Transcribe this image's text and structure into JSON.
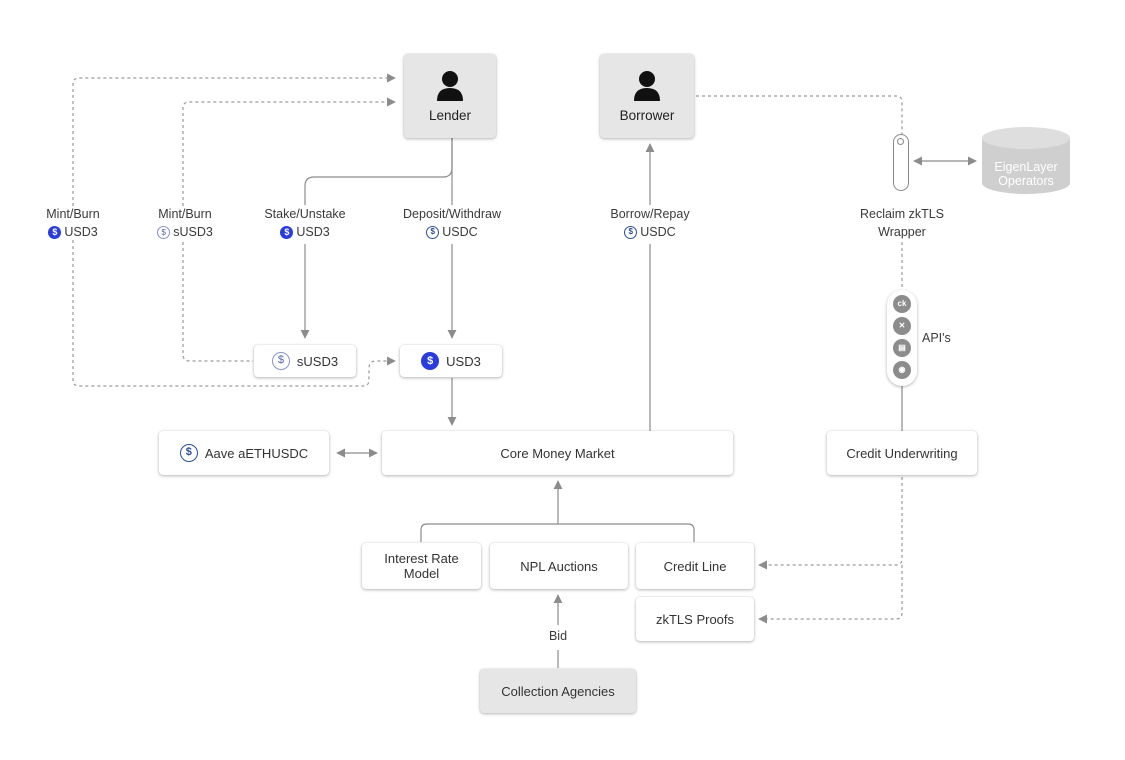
{
  "nodes": {
    "lender": "Lender",
    "borrower": "Borrower",
    "susd3": "sUSD3",
    "usd3": "USD3",
    "aave": "Aave aETHUSDC",
    "core": "Core Money Market",
    "credit_underwriting": "Credit Underwriting",
    "interest_rate_model": "Interest Rate Model",
    "npl_auctions": "NPL Auctions",
    "credit_line": "Credit Line",
    "zktls_proofs": "zkTLS Proofs",
    "collection_agencies": "Collection Agencies",
    "eigenlayer": "EigenLayer Operators"
  },
  "edge_labels": {
    "mint_burn_usd3": {
      "action": "Mint/Burn",
      "token": "USD3"
    },
    "mint_burn_susd3": {
      "action": "Mint/Burn",
      "token": "sUSD3"
    },
    "stake_unstake": {
      "action": "Stake/Unstake",
      "token": "USD3"
    },
    "deposit_withdraw": {
      "action": "Deposit/Withdraw",
      "token": "USDC"
    },
    "borrow_repay": {
      "action": "Borrow/Repay",
      "token": "USDC"
    },
    "reclaim": "Reclaim zkTLS Wrapper",
    "apis": "API's",
    "bid": "Bid"
  },
  "api_icons": [
    "ck",
    "plaid",
    "bank",
    "coinbase"
  ],
  "colors": {
    "usd3": "#2a3be0",
    "usdc": "#2b4f9a",
    "line": "#8c8c8c",
    "node_gray": "#e6e6e6"
  }
}
